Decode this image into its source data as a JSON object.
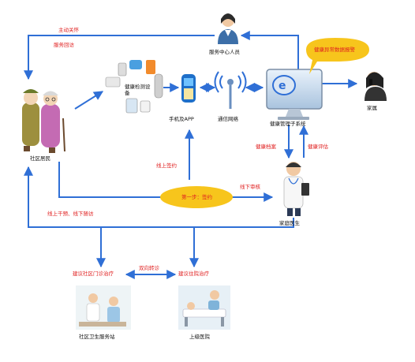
{
  "nodes": {
    "service_staff": "服务中心人员",
    "residents": "社区居民",
    "health_device": "健康检测设备",
    "phone_app": "手机及APP",
    "network": "通信网络",
    "health_system": "健康管理子系统",
    "family": "家属",
    "doctor": "家庭医生",
    "community_clinic": "社区卫生服务站",
    "hospital": "上级医院"
  },
  "edge_labels": {
    "proactive_care": "主动关怀",
    "service_visit": "服务回访",
    "online_signing": "线上签约",
    "offline_review": "线下审核",
    "health_record": "健康档案",
    "health_assessment": "健康评估",
    "intervention": "线上干预、线下随访",
    "suggest_clinic": "建议社区门诊治疗",
    "two_way_referral": "双向转诊",
    "suggest_hospital": "建议住院治疗"
  },
  "callouts": {
    "alert": "健康异常数据报警",
    "step_one": "第一步：签约"
  },
  "colors": {
    "arrow": "#2f6fd6",
    "callout_fill": "#f7c51c",
    "callout_text": "#e0201c",
    "label_red": "#e02020"
  }
}
